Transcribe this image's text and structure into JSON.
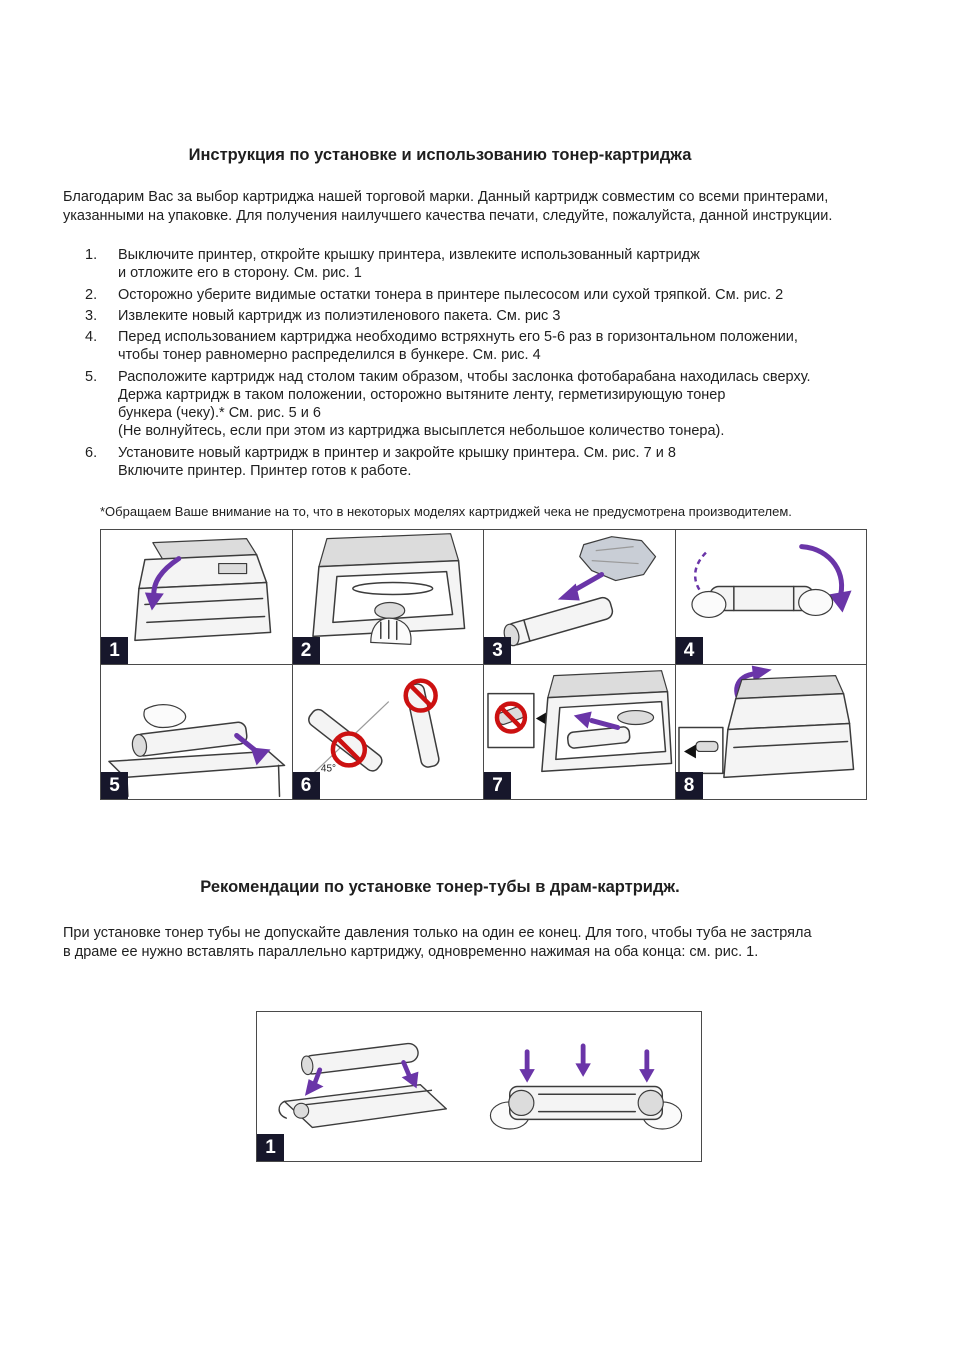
{
  "doc": {
    "title": "Инструкция по установке и использованию тонер-картриджа",
    "intro": "Благодарим Вас за выбор картриджа нашей торговой марки. Данный картридж совместим со всеми принтерами,\nуказанными на упаковке. Для получения наилучшего качества печати, следуйте, пожалуйста, данной инструкции.",
    "steps": [
      {
        "num": "1.",
        "text": "Выключите принтер, откройте крышку принтера, извлеките использованный картридж\nи отложите его в сторону. См. рис. 1"
      },
      {
        "num": "2.",
        "text": "Осторожно уберите видимые остатки тонера в принтере пылесосом или сухой тряпкой. См. рис. 2"
      },
      {
        "num": "3.",
        "text": "Извлеките новый картридж из полиэтиленового пакета. См. рис 3"
      },
      {
        "num": "4.",
        "text": "Перед использованием картриджа необходимо встряхнуть его 5-6 раз в горизонтальном положении,\nчтобы тонер равномерно распределился в бункере. См. рис. 4"
      },
      {
        "num": "5.",
        "text": "Расположите картридж над столом таким образом, чтобы заслонка фотобарабана находилась сверху.\nДержа картридж в таком положении, осторожно вытяните ленту, герметизирующую тонер\nбункера (чеку).* См. рис. 5 и 6\n(Не волнуйтесь, если при этом из картриджа высыплется небольшое количество тонера)."
      },
      {
        "num": "6.",
        "text": "Установите новый картридж в принтер и закройте крышку принтера. См. рис. 7 и 8\nВключите принтер. Принтер готов к работе."
      }
    ],
    "note": "*Обращаем Ваше внимание на то, что в некоторых моделях картриджей чека не предусмотрена производителем.",
    "figure_labels": [
      "1",
      "2",
      "3",
      "4",
      "5",
      "6",
      "7",
      "8"
    ],
    "fig6_angle": "45°",
    "section2": {
      "title": "Рекомендации по установке тонер-тубы в драм-картридж.",
      "body": "При установке тонер тубы не допускайте давления только на один ее конец. Для того, чтобы туба не застряла\nв драме ее нужно вставлять параллельно картриджу, одновременно нажимая на оба конца: см. рис. 1.",
      "figure_label": "1"
    },
    "colors": {
      "arrow": "#6a35a8",
      "prohibition": "#cc1111",
      "badge_bg": "#17172b",
      "badge_text": "#ffffff"
    }
  }
}
